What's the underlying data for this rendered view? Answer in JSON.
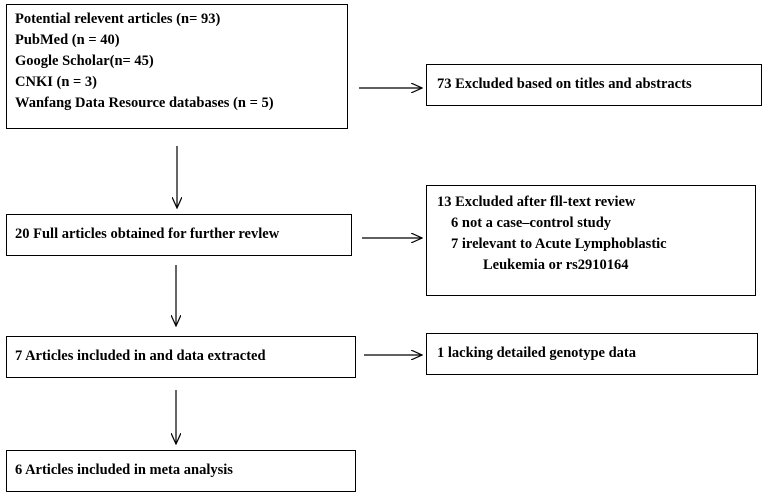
{
  "boxes": {
    "sources": {
      "lines": [
        "Potential relevent articles (n= 93)",
        "PubMed (n = 40)",
        "Google Scholar(n= 45)",
        "CNKI (n = 3)",
        "Wanfang Data Resource databases (n = 5)"
      ]
    },
    "excluded_titles": {
      "text": "73 Excluded based on titles and abstracts"
    },
    "full_articles": {
      "text": "20 Full articles obtained for further revlew"
    },
    "excluded_fulltext": {
      "heading": "13 Excluded after fll-text review",
      "reason1": "6 not a case–control study",
      "reason2_line1": "7 irelevant to Acute Lymphoblastic",
      "reason2_line2": "Leukemia or rs2910164"
    },
    "included_extracted": {
      "text": "7 Articles included in and data extracted"
    },
    "lacking_genotype": {
      "text": "1 lacking detailed genotype data"
    },
    "meta_analysis": {
      "text": "6 Articles included in meta analysis"
    }
  }
}
